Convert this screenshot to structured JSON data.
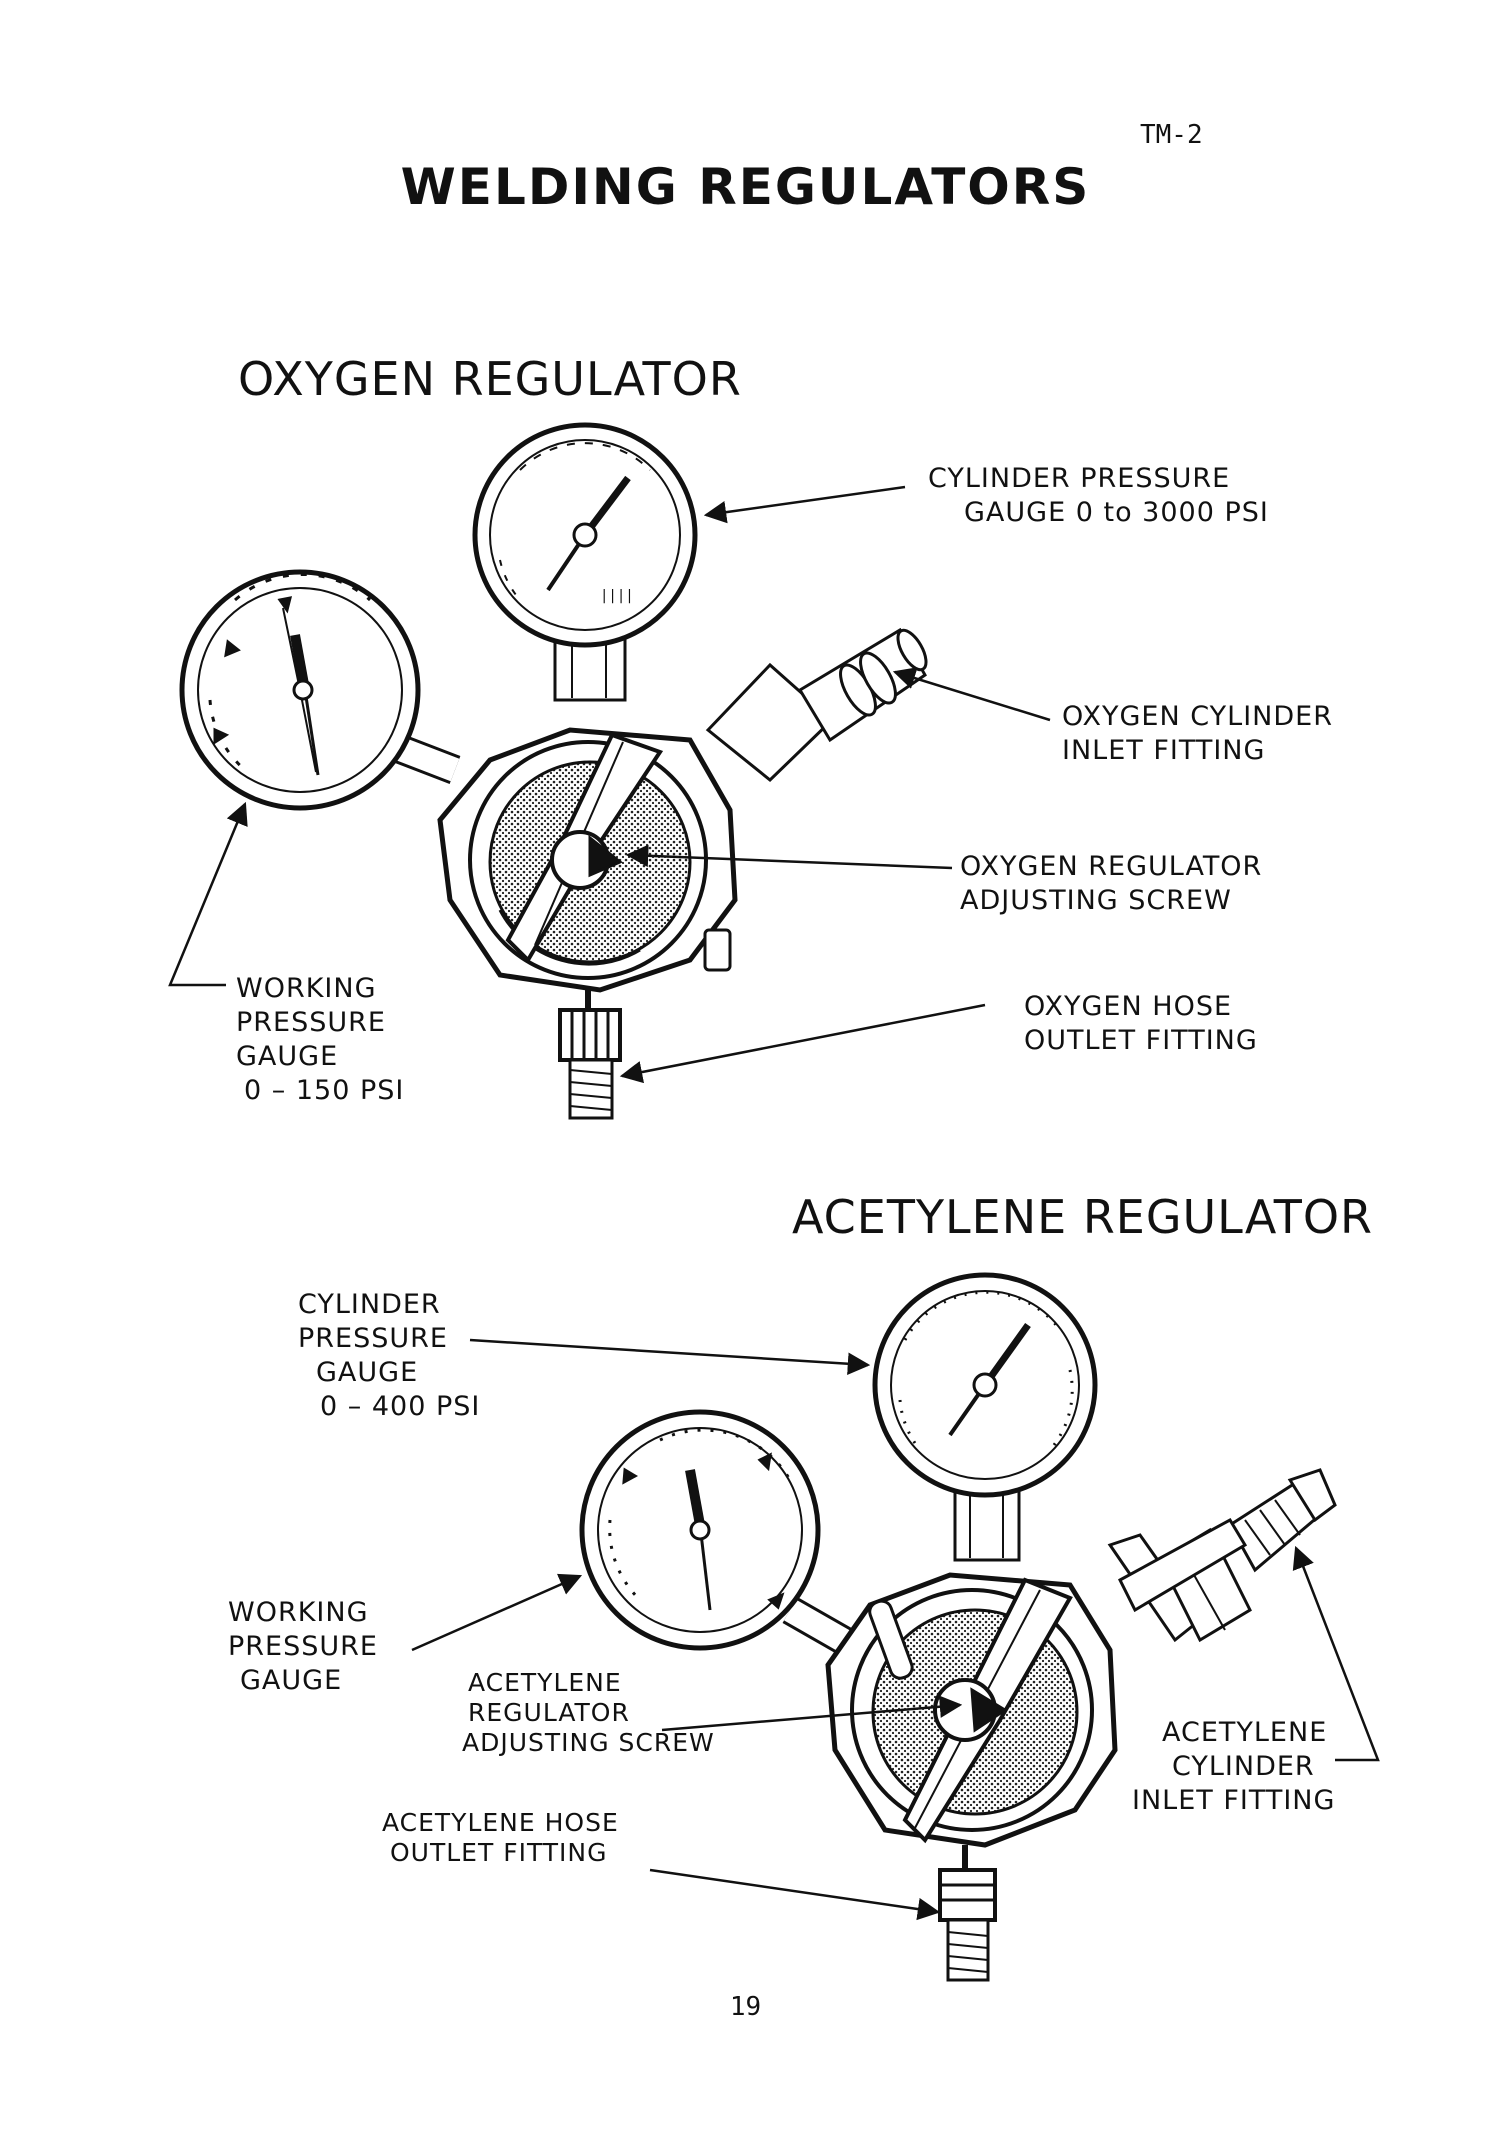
{
  "page": {
    "code": "TM-2",
    "title": "WELDING REGULATORS",
    "number": "19"
  },
  "oxygen": {
    "title": "OXYGEN REGULATOR",
    "labels": {
      "cylinder_gauge": [
        "CYLINDER PRESSURE",
        "GAUGE  0 to 3000 PSI"
      ],
      "inlet_fitting": [
        "OXYGEN CYLINDER",
        "INLET FITTING"
      ],
      "adjusting_screw": [
        "OXYGEN REGULATOR",
        "ADJUSTING SCREW"
      ],
      "hose_outlet": [
        "OXYGEN HOSE",
        "OUTLET FITTING"
      ],
      "working_gauge": [
        "WORKING",
        "PRESSURE",
        "GAUGE",
        "0 – 150 PSI"
      ]
    }
  },
  "acetylene": {
    "title": "ACETYLENE REGULATOR",
    "labels": {
      "cylinder_gauge": [
        "CYLINDER",
        "PRESSURE",
        "GAUGE",
        "0 – 400 PSI"
      ],
      "working_gauge": [
        "WORKING",
        "PRESSURE",
        "GAUGE"
      ],
      "adjusting_screw": [
        "ACETYLENE",
        "REGULATOR",
        "ADJUSTING SCREW"
      ],
      "hose_outlet": [
        "ACETYLENE HOSE",
        "OUTLET FITTING"
      ],
      "inlet_fitting": [
        "ACETYLENE",
        "CYLINDER",
        "INLET FITTING"
      ]
    }
  },
  "colors": {
    "ink": "#111111",
    "paper": "#ffffff"
  }
}
